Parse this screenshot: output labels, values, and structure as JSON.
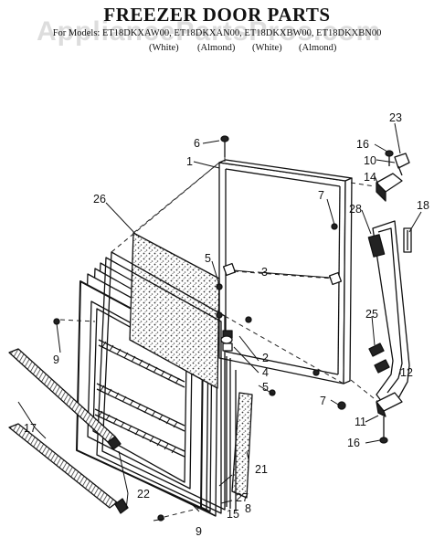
{
  "title": "FREEZER DOOR PARTS",
  "watermark": "AppliancePartsPros.com",
  "models_line": "For Models: ET18DKXAW00, ET18DKXAN00, ET18DKXBW00, ET18DKXBN00",
  "variants": [
    "(White)",
    "(Almond)",
    "(White)",
    "(Almond)"
  ],
  "callouts": [
    "1",
    "2",
    "3",
    "4",
    "5",
    "5",
    "6",
    "7",
    "7",
    "8",
    "9",
    "9",
    "10",
    "11",
    "12",
    "14",
    "15",
    "16",
    "16",
    "17",
    "18",
    "21",
    "22",
    "23",
    "25",
    "26",
    "27",
    "28"
  ]
}
